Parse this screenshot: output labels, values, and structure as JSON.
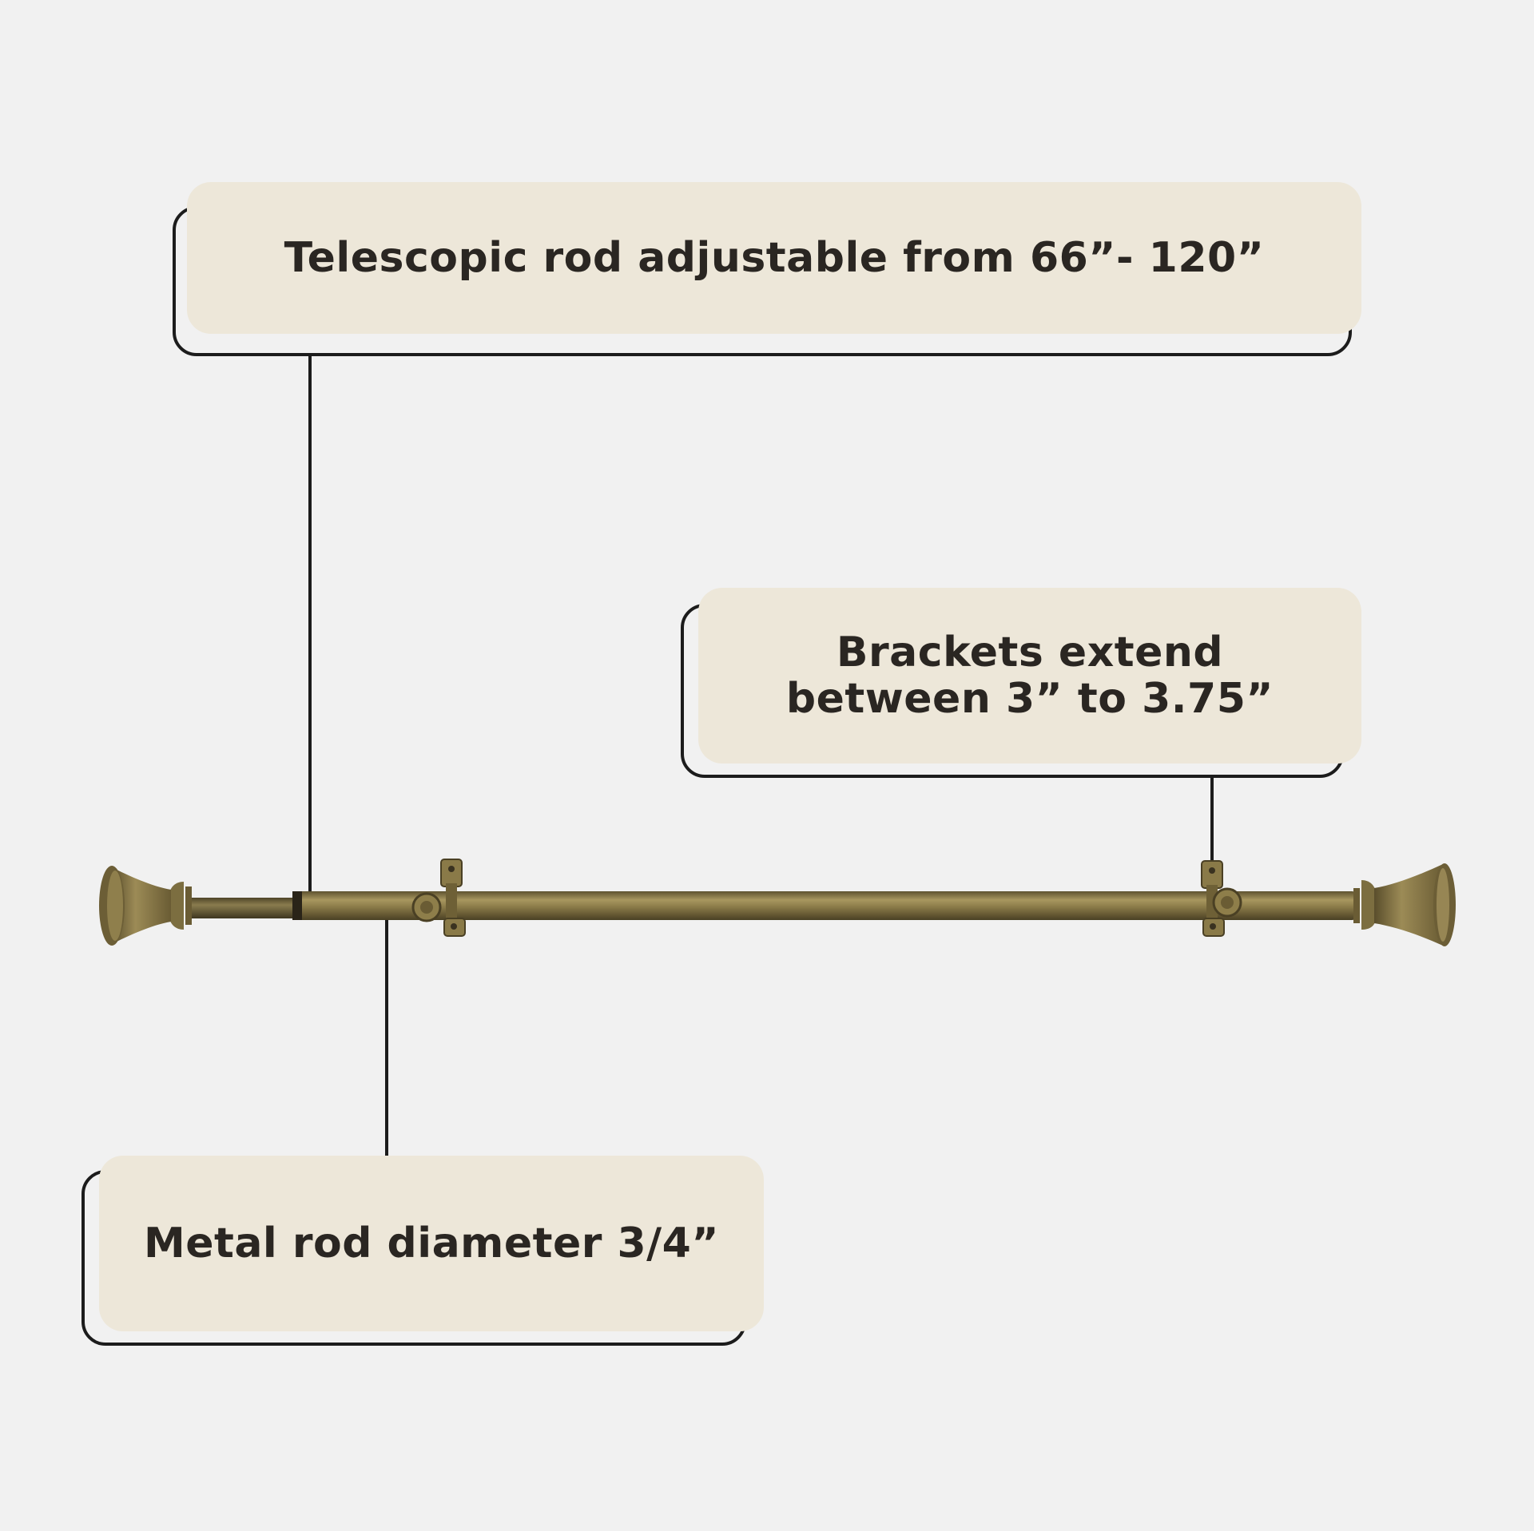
{
  "callouts": {
    "telescopic": {
      "text": "Telescopic rod adjustable from 66”- 120”"
    },
    "brackets": {
      "line1": "Brackets extend",
      "line2": "between 3” to 3.75”"
    },
    "diameter": {
      "text": "Metal rod diameter 3/4”"
    }
  },
  "colors": {
    "background": "#f1f1f1",
    "callout_fill": "#ede7d9",
    "outline": "#1c1c1c",
    "text": "#2a2622",
    "brass": "#8a7a4a"
  }
}
